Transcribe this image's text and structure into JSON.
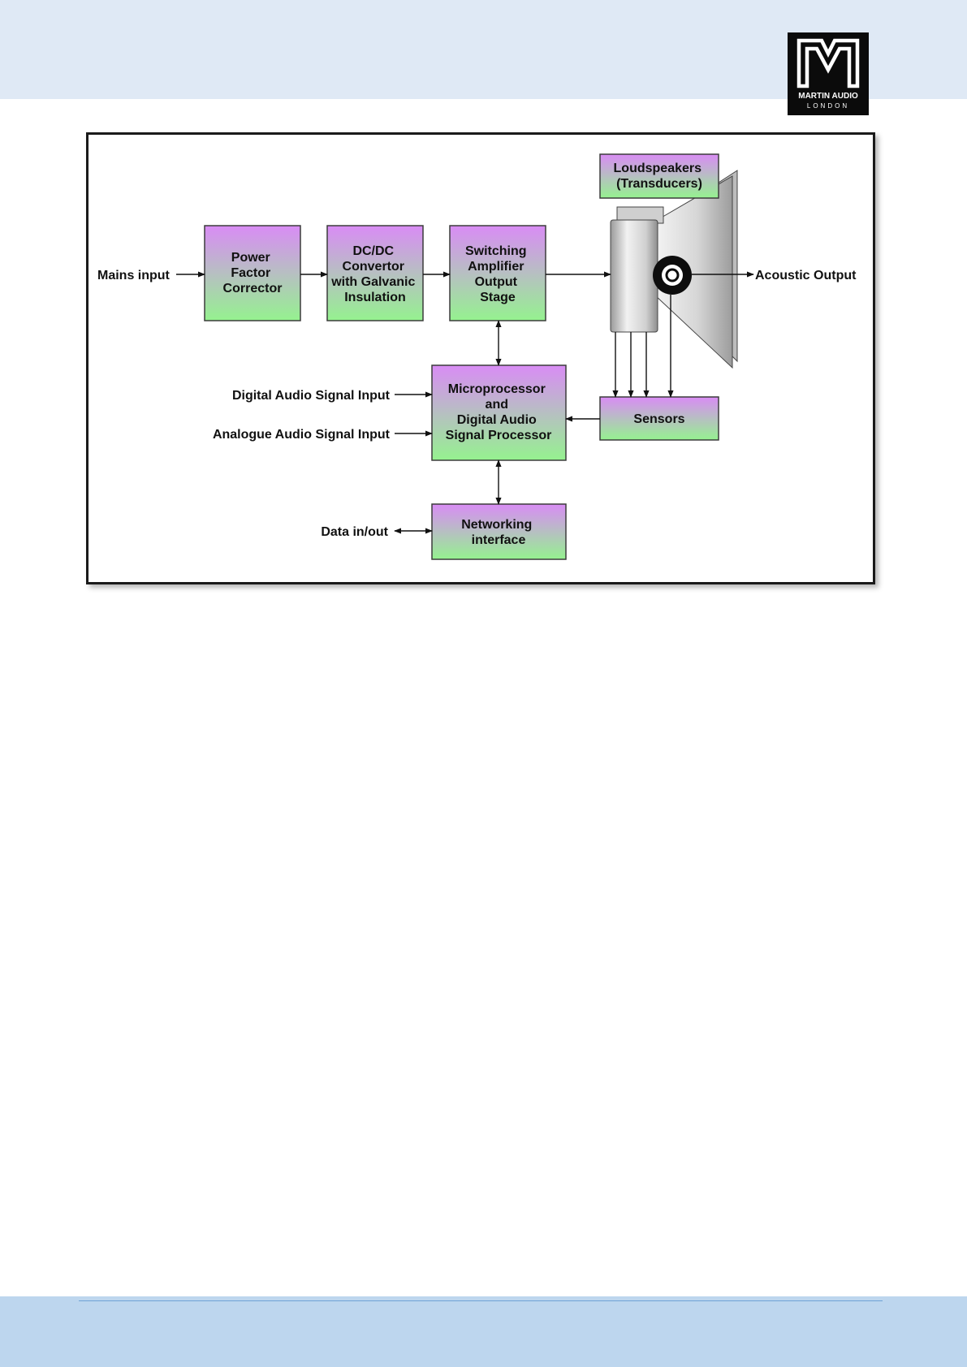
{
  "header": {
    "logo": {
      "text_line1": "MARTIN AUDIO",
      "text_line2": "LONDON",
      "icon": "martin-audio-logo"
    }
  },
  "diagram": {
    "blocks": {
      "power_factor_corrector": [
        "Power",
        "Factor",
        "Corrector"
      ],
      "dc_dc_convertor": [
        "DC/DC",
        "Convertor",
        "with Galvanic",
        "Insulation"
      ],
      "switching_amplifier": [
        "Switching",
        "Amplifier",
        "Output",
        "Stage"
      ],
      "loudspeakers": [
        "Loudspeakers",
        "(Transducers)"
      ],
      "microprocessor": [
        "Microprocessor",
        "and",
        "Digital Audio",
        "Signal Processor"
      ],
      "sensors": [
        "Sensors"
      ],
      "networking_interface": [
        "Networking",
        "interface"
      ]
    },
    "labels": {
      "mains_input": "Mains input",
      "acoustic_output": "Acoustic Output",
      "digital_audio_input": "Digital Audio Signal Input",
      "analogue_audio_input": "Analogue Audio Signal Input",
      "data_in_out": "Data in/out"
    },
    "colors": {
      "block_top": "#d98cf5",
      "block_bottom": "#95f28f",
      "line": "#111111"
    }
  }
}
